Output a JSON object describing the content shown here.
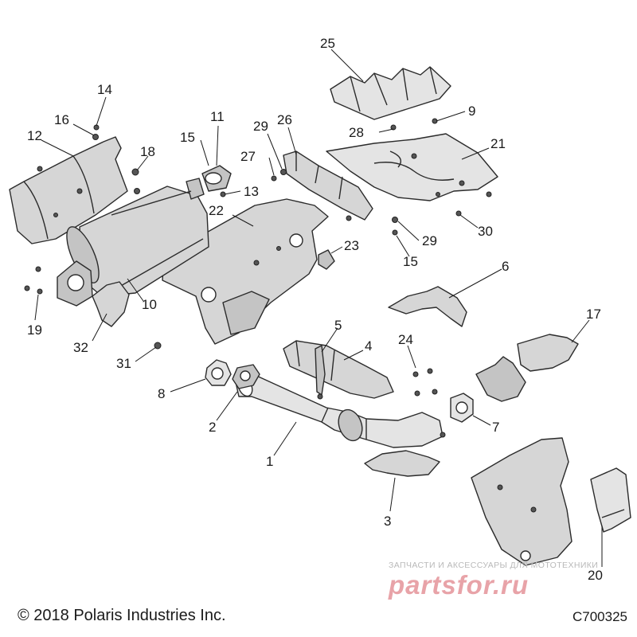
{
  "footer": {
    "copyright": "© 2018 Polaris Industries Inc.",
    "diagram_id": "C700325"
  },
  "watermark": {
    "caption": "ЗАПЧАСТИ И АКСЕССУАРЫ ДЛЯ МОТОТЕХНИКИ",
    "logo": "partsfor.ru"
  },
  "callouts": [
    {
      "id": "c1",
      "label": "1"
    },
    {
      "id": "c2",
      "label": "2"
    },
    {
      "id": "c3",
      "label": "3"
    },
    {
      "id": "c4",
      "label": "4"
    },
    {
      "id": "c5",
      "label": "5"
    },
    {
      "id": "c6",
      "label": "6"
    },
    {
      "id": "c7",
      "label": "7"
    },
    {
      "id": "c8",
      "label": "8"
    },
    {
      "id": "c9",
      "label": "9"
    },
    {
      "id": "c10",
      "label": "10"
    },
    {
      "id": "c11",
      "label": "11"
    },
    {
      "id": "c12",
      "label": "12"
    },
    {
      "id": "c13",
      "label": "13"
    },
    {
      "id": "c14",
      "label": "14"
    },
    {
      "id": "c15a",
      "label": "15"
    },
    {
      "id": "c15b",
      "label": "15"
    },
    {
      "id": "c16",
      "label": "16"
    },
    {
      "id": "c17",
      "label": "17"
    },
    {
      "id": "c18",
      "label": "18"
    },
    {
      "id": "c19",
      "label": "19"
    },
    {
      "id": "c20",
      "label": "20"
    },
    {
      "id": "c21",
      "label": "21"
    },
    {
      "id": "c22",
      "label": "22"
    },
    {
      "id": "c23",
      "label": "23"
    },
    {
      "id": "c24",
      "label": "24"
    },
    {
      "id": "c25",
      "label": "25"
    },
    {
      "id": "c26",
      "label": "26"
    },
    {
      "id": "c27",
      "label": "27"
    },
    {
      "id": "c28",
      "label": "28"
    },
    {
      "id": "c29a",
      "label": "29"
    },
    {
      "id": "c29b",
      "label": "29"
    },
    {
      "id": "c30",
      "label": "30"
    },
    {
      "id": "c31",
      "label": "31"
    },
    {
      "id": "c32",
      "label": "32"
    }
  ]
}
